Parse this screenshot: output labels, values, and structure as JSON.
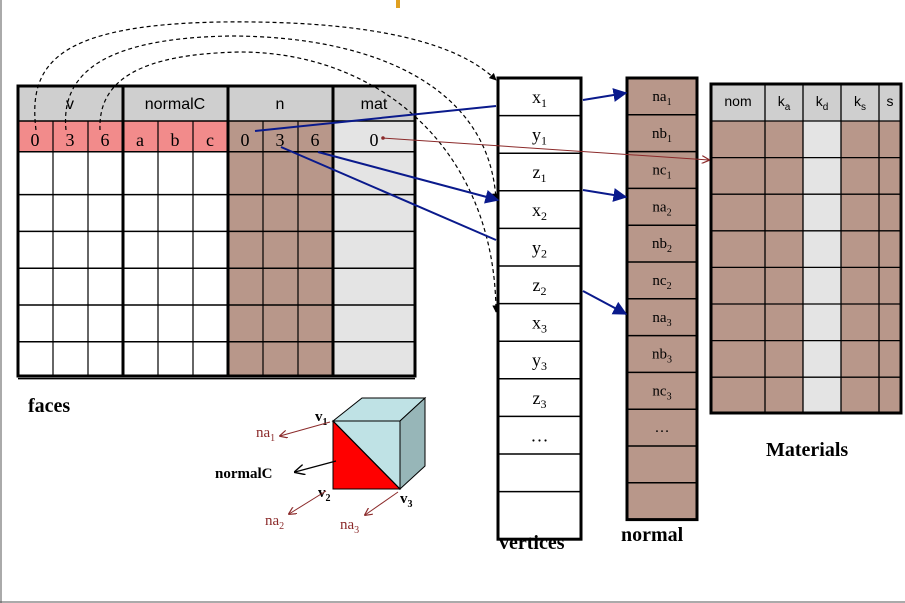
{
  "faces": {
    "label": "faces",
    "headers": {
      "v": "v",
      "normalC": "normalC",
      "n": "n",
      "mat": "mat"
    },
    "first_row": {
      "v": [
        "0",
        "3",
        "6"
      ],
      "normalC": [
        "a",
        "b",
        "c"
      ],
      "n": [
        "0",
        "3",
        "6"
      ],
      "mat": "0"
    }
  },
  "vertices": {
    "label": "vertices",
    "rows": [
      {
        "b": "x",
        "s": "1"
      },
      {
        "b": "y",
        "s": "1"
      },
      {
        "b": "z",
        "s": "1"
      },
      {
        "b": "x",
        "s": "2"
      },
      {
        "b": "y",
        "s": "2"
      },
      {
        "b": "z",
        "s": "2"
      },
      {
        "b": "x",
        "s": "3"
      },
      {
        "b": "y",
        "s": "3"
      },
      {
        "b": "z",
        "s": "3"
      },
      {
        "b": "…",
        "s": ""
      },
      {
        "b": "",
        "s": ""
      },
      {
        "b": "",
        "s": ""
      }
    ]
  },
  "normal": {
    "label": "normal",
    "rows": [
      {
        "b": "na",
        "s": "1"
      },
      {
        "b": "nb",
        "s": "1"
      },
      {
        "b": "nc",
        "s": "1"
      },
      {
        "b": "na",
        "s": "2"
      },
      {
        "b": "nb",
        "s": "2"
      },
      {
        "b": "nc",
        "s": "2"
      },
      {
        "b": "na",
        "s": "3"
      },
      {
        "b": "nb",
        "s": "3"
      },
      {
        "b": "nc",
        "s": "3"
      },
      {
        "b": "…",
        "s": ""
      },
      {
        "b": "",
        "s": ""
      },
      {
        "b": "",
        "s": ""
      }
    ]
  },
  "materials": {
    "label": "Materials",
    "headers": [
      {
        "b": "nom",
        "s": ""
      },
      {
        "b": "k",
        "s": "a"
      },
      {
        "b": "k",
        "s": "d"
      },
      {
        "b": "k",
        "s": "s"
      },
      {
        "b": "s",
        "s": ""
      }
    ]
  },
  "cube": {
    "v1": {
      "b": "v",
      "s": "1"
    },
    "v2": {
      "b": "v",
      "s": "2"
    },
    "v3": {
      "b": "v",
      "s": "3"
    },
    "na1": {
      "b": "na",
      "s": "1"
    },
    "na2": {
      "b": "na",
      "s": "2"
    },
    "na3": {
      "b": "na",
      "s": "3"
    },
    "normalC": "normalC"
  },
  "colors": {
    "pink": "#f28b8b",
    "brown": "#b8978a",
    "gray": "#e4e4e4",
    "arrow_blue": "#0a1a8c",
    "arrow_red": "#8b2a2a",
    "cube_top": "#bfe2e5",
    "cube_side": "#97b6b8",
    "cube_red": "#ff0000"
  }
}
